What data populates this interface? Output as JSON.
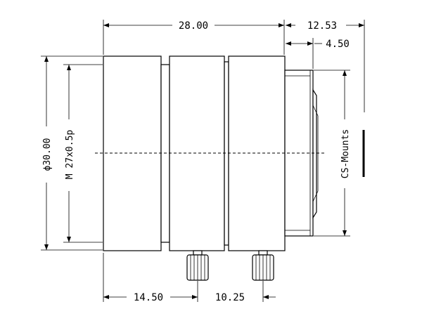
{
  "drawing": {
    "dimensions": {
      "overall_length": "28.00",
      "flange_total": "12.53",
      "flange_step": "4.50",
      "outer_diameter": "ϕ30.00",
      "thread": "M 27x0.5p",
      "screw_one_offset": "14.50",
      "screw_spacing": "10.25",
      "mount_type": "CS-Mounts"
    }
  }
}
